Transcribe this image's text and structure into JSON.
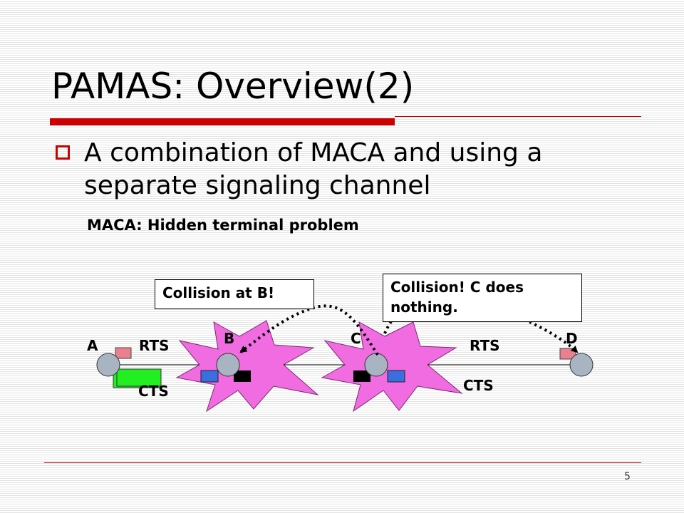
{
  "slide": {
    "title": "PAMAS: Overview(2)",
    "bullet": "A combination of MACA and using a separate signaling channel",
    "subheading": "MACA: Hidden terminal problem",
    "page_number": "5"
  },
  "diagram": {
    "callouts": {
      "collision_b": "Collision at B!",
      "collision_c": "Collision! C does nothing."
    },
    "nodes": {
      "a": "A",
      "b": "B",
      "c": "C",
      "d": "D"
    },
    "labels": {
      "rts_left": "RTS",
      "cts_left": "CTS",
      "rts_right": "RTS",
      "cts_right": "CTS"
    }
  },
  "colors": {
    "accent_red": "#cc0000",
    "node_gray": "#a9b4c2",
    "burst_pink": "#f06ce0",
    "rts_pink": "#e8808e",
    "cts_green": "#22ee22",
    "packet_blue": "#3a6fe0",
    "packet_black": "#000000"
  }
}
